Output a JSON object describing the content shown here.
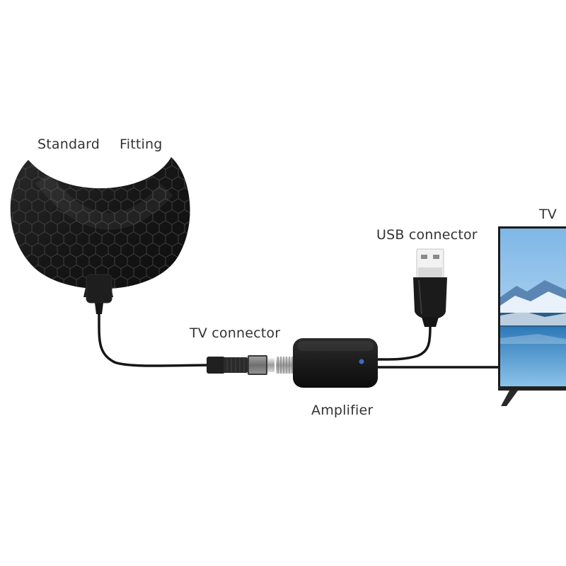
{
  "labels": {
    "standard": "Standard",
    "fitting": "Fitting",
    "tv": "TV",
    "usb_connector": "USB connector",
    "tv_connector": "TV connector",
    "amplifier": "Amplifier"
  },
  "colors": {
    "antenna": "#1b1b1b",
    "cable": "#151515",
    "sky": "#9ccbee",
    "water": "#3f8fc8",
    "label_text": "#333333"
  }
}
